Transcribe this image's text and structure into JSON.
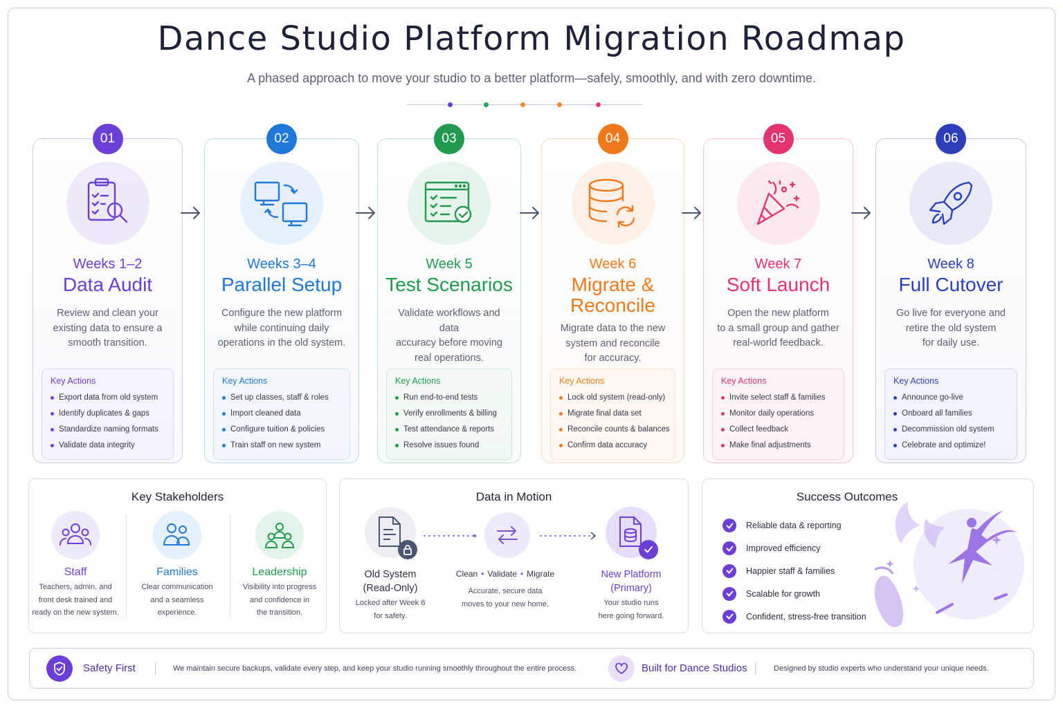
{
  "title": "Dance Studio Platform Migration Roadmap",
  "subtitle": "A phased approach to move your studio to a better platform—safely, smoothly, and with zero downtime.",
  "divider_colors": [
    "#6b3fd6",
    "#27a35a",
    "#f08a2a",
    "#f08a2a",
    "#e23d87"
  ],
  "phases": [
    {
      "number": "01",
      "when": "Weeks 1–2",
      "name": "Data Audit",
      "description_lines": [
        "Review and clean your",
        "existing data to ensure a",
        "smooth transition."
      ],
      "color": "#6b3fd6",
      "icon": "clipboard-search-icon",
      "actions_heading": "Key Actions",
      "actions": [
        "Export data from old system",
        "Identify duplicates & gaps",
        "Standardize naming formats",
        "Validate data integrity"
      ]
    },
    {
      "number": "02",
      "when": "Weeks 3–4",
      "name": "Parallel Setup",
      "description_lines": [
        "Configure the new platform",
        "while continuing daily",
        "operations in the old system."
      ],
      "color": "#1f78d8",
      "icon": "sync-computers-icon",
      "actions_heading": "Key Actions",
      "actions": [
        "Set up classes, staff & roles",
        "Import cleaned data",
        "Configure tuition & policies",
        "Train staff on new system"
      ]
    },
    {
      "number": "03",
      "when": "Week 5",
      "name": "Test Scenarios",
      "description_lines": [
        "Validate workflows and data",
        "accuracy before moving",
        "real operations."
      ],
      "color": "#1f9a4e",
      "icon": "checklist-window-icon",
      "actions_heading": "Key Actions",
      "actions": [
        "Run end-to-end tests",
        "Verify enrollments & billing",
        "Test attendance & reports",
        "Resolve issues found"
      ]
    },
    {
      "number": "04",
      "when": "Week 6",
      "name_lines": [
        "Migrate &",
        "Reconcile"
      ],
      "description_lines": [
        "Migrate data to the new",
        "system and reconcile",
        "for accuracy."
      ],
      "color": "#f07a1a",
      "icon": "database-sync-icon",
      "actions_heading": "Key Actions",
      "actions": [
        "Lock old system (read-only)",
        "Migrate final data set",
        "Reconcile counts & balances",
        "Confirm data accuracy"
      ]
    },
    {
      "number": "05",
      "when": "Week 7",
      "name": "Soft Launch",
      "description_lines": [
        "Open the new platform",
        "to a small group and gather",
        "real-world feedback."
      ],
      "color": "#e2336f",
      "icon": "party-popper-icon",
      "actions_heading": "Key Actions",
      "actions": [
        "Invite select staff & families",
        "Monitor daily operations",
        "Collect feedback",
        "Make final adjustments"
      ]
    },
    {
      "number": "06",
      "when": "Week 8",
      "name": "Full Cutover",
      "description_lines": [
        "Go live for everyone and",
        "retire the old system",
        "for daily use."
      ],
      "color": "#2d3fb8",
      "icon": "rocket-icon",
      "actions_heading": "Key Actions",
      "actions": [
        "Announce go-live",
        "Onboard all families",
        "Decommission old system",
        "Celebrate and optimize!"
      ]
    }
  ],
  "stakeholders": {
    "heading": "Key Stakeholders",
    "items": [
      {
        "label": "Staff",
        "color": "#6b3fd6",
        "lines": [
          "Teachers, admin, and",
          "front desk trained and",
          "ready on the new system."
        ]
      },
      {
        "label": "Families",
        "color": "#1f78d8",
        "lines": [
          "Clear communication",
          "and a seamless",
          "experience."
        ]
      },
      {
        "label": "Leadership",
        "color": "#1f9a4e",
        "lines": [
          "Visibility into progress",
          "and confidence in",
          "the transition."
        ]
      }
    ]
  },
  "data_in_motion": {
    "heading": "Data in Motion",
    "old": {
      "lines": [
        "Old System",
        "(Read-Only)"
      ],
      "desc": [
        "Locked after Week 6",
        "for safety."
      ]
    },
    "steps": [
      "Clean",
      "Validate",
      "Migrate"
    ],
    "flow_desc": [
      "Accurate, secure data",
      "moves to your new home."
    ],
    "new": {
      "lines": [
        "New Platform",
        "(Primary)"
      ],
      "desc": [
        "Your studio runs",
        "here going forward."
      ]
    }
  },
  "success": {
    "heading": "Success Outcomes",
    "items": [
      "Reliable data & reporting",
      "Improved efficiency",
      "Happier staff & families",
      "Scalable for growth",
      "Confident, stress-free transition"
    ]
  },
  "footer": {
    "safety_title": "Safety First",
    "safety_desc": "We maintain secure backups, validate every step, and keep your studio running smoothly throughout the entire process.",
    "built_title": "Built for Dance Studios",
    "built_desc": "Designed by studio experts who understand your unique needs."
  }
}
